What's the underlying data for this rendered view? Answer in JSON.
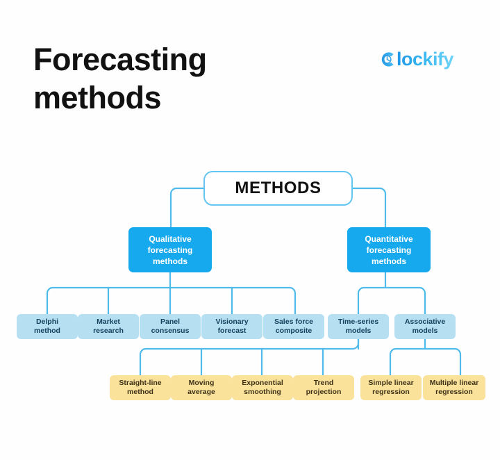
{
  "header": {
    "title": "Forecasting\nmethods",
    "brand": {
      "name": "lockify",
      "mark_letter": "C",
      "mark_icon": "clockify-clock-icon",
      "color_start": "#2196e6",
      "color_end": "#6fd3f7"
    }
  },
  "theme": {
    "background": "#fefefe",
    "connector": "#4fbbea",
    "root_border": "#63c5f0",
    "primary_fill": "#17a9ee",
    "light_fill": "#b6dff2",
    "light_text": "#14415c",
    "yellow_fill": "#fae29a",
    "yellow_text": "#3d3118",
    "title_color": "#111111"
  },
  "chart_data": {
    "type": "tree-diagram",
    "title": "Forecasting methods",
    "root": "METHODS",
    "branches": [
      {
        "label": "Qualitative\nforecasting\nmethods",
        "children": [
          {
            "label": "Delphi\nmethod",
            "children": []
          },
          {
            "label": "Market\nresearch",
            "children": []
          },
          {
            "label": "Panel\nconsensus",
            "children": []
          },
          {
            "label": "Visionary\nforecast",
            "children": []
          },
          {
            "label": "Sales force\ncomposite",
            "children": []
          }
        ]
      },
      {
        "label": "Quantitative\nforecasting\nmethods",
        "children": [
          {
            "label": "Time-series\nmodels",
            "children": [
              {
                "label": "Straight-line\nmethod"
              },
              {
                "label": "Moving\naverage"
              },
              {
                "label": "Exponential\nsmoothing"
              },
              {
                "label": "Trend\nprojection"
              }
            ]
          },
          {
            "label": "Associative\nmodels",
            "children": [
              {
                "label": "Simple linear\nregression"
              },
              {
                "label": "Multiple linear\nregression"
              }
            ]
          }
        ]
      }
    ]
  },
  "nodes": {
    "root": "METHODS",
    "qualitative": "Qualitative\nforecasting\nmethods",
    "quantitative": "Quantitative\nforecasting\nmethods",
    "delphi": "Delphi\nmethod",
    "market": "Market\nresearch",
    "panel": "Panel\nconsensus",
    "visionary": "Visionary\nforecast",
    "salesforce": "Sales force\ncomposite",
    "timeseries": "Time-series\nmodels",
    "associative": "Associative\nmodels",
    "straightline": "Straight-line\nmethod",
    "moving": "Moving\naverage",
    "exponential": "Exponential\nsmoothing",
    "trend": "Trend\nprojection",
    "simplelinear": "Simple linear\nregression",
    "multiplelinear": "Multiple linear\nregression"
  }
}
